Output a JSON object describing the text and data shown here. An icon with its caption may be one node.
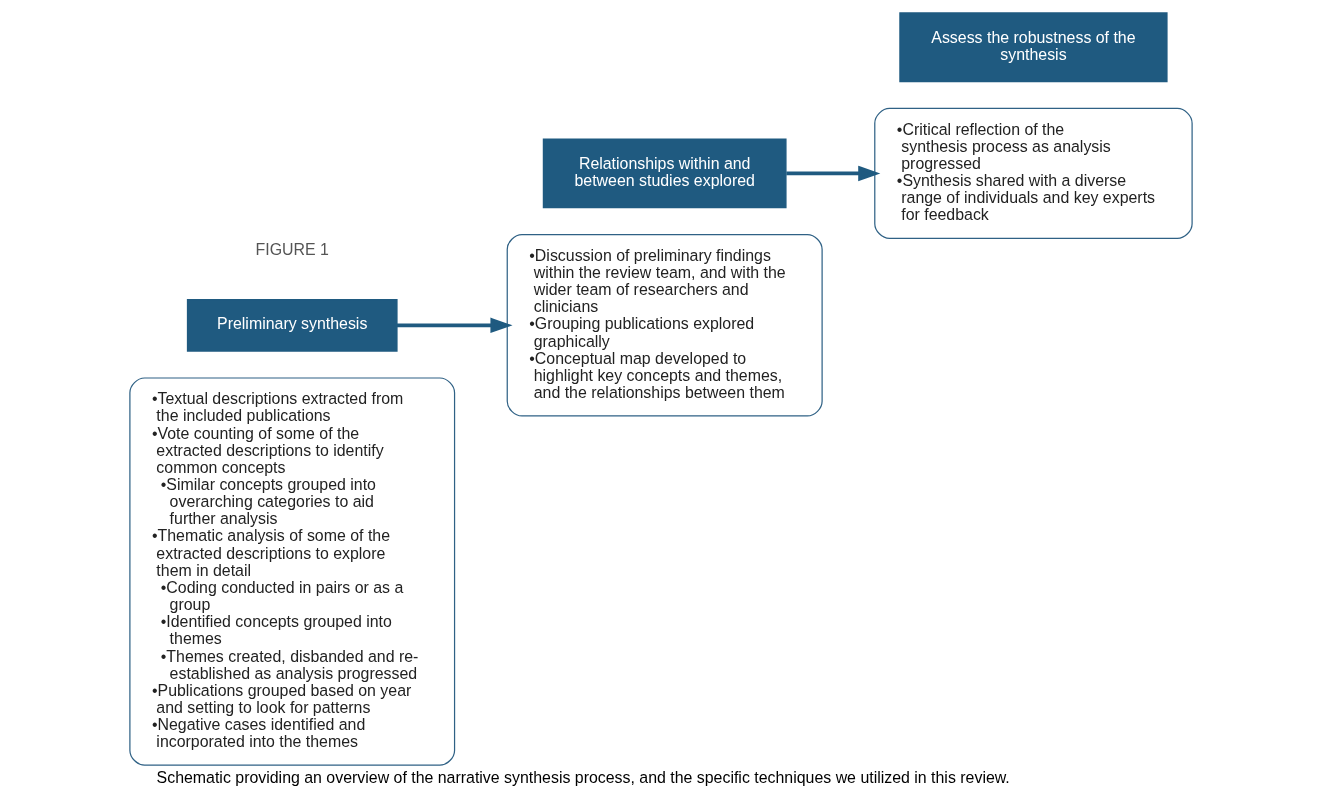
{
  "diagram": {
    "caption": "Schematic providing an overview of the narrative synthesis process, and the specific techniques we utilized in this review.",
    "nodes": [
      {
        "text": [
          "•Textual descriptions extracted from the included publications",
          "•Vote counting of some of the extracted descriptions to identify common concepts",
          "•Similar concepts grouped into overarching categories to aid further analysis",
          "•Thematic analysis of some of the extracted descriptions to explore them in detail",
          "•Coding conducted in pairs or as a group",
          "•Identified concepts grouped into themes",
          "•Themes created, disbanded and re-established as analysis progressed",
          "•Publications grouped based on year and setting to look for patterns",
          "•Negative cases identified and incorporated into the themes"
        ]
      },
      {
        "text": [
          "Preliminary synthesis"
        ]
      },
      {
        "text": [
          "•Discussion of preliminary findings within the review team, and with the wider team of researchers and clinicians",
          "•Grouping publications explored graphically",
          "•Conceptual map developed to highlight key concepts and themes, and the relationships between them"
        ]
      },
      {
        "text": [
          "Relationships within and between studies explored"
        ]
      },
      {
        "text": [
          "•Critical reflection of the synthesis process as analysis progressed",
          "•Synthesis shared with a diverse range of individuals and key experts for feedback"
        ]
      },
      {
        "text": [
          "Assess the robustness of the synthesis"
        ]
      }
    ],
    "edges": [
      {
        "from": 1,
        "to": 2,
        "arrow": "to"
      },
      {
        "from": 3,
        "to": 4,
        "arrow": "to"
      }
    ],
    "labels": [
      "FIGURE 1"
    ]
  }
}
